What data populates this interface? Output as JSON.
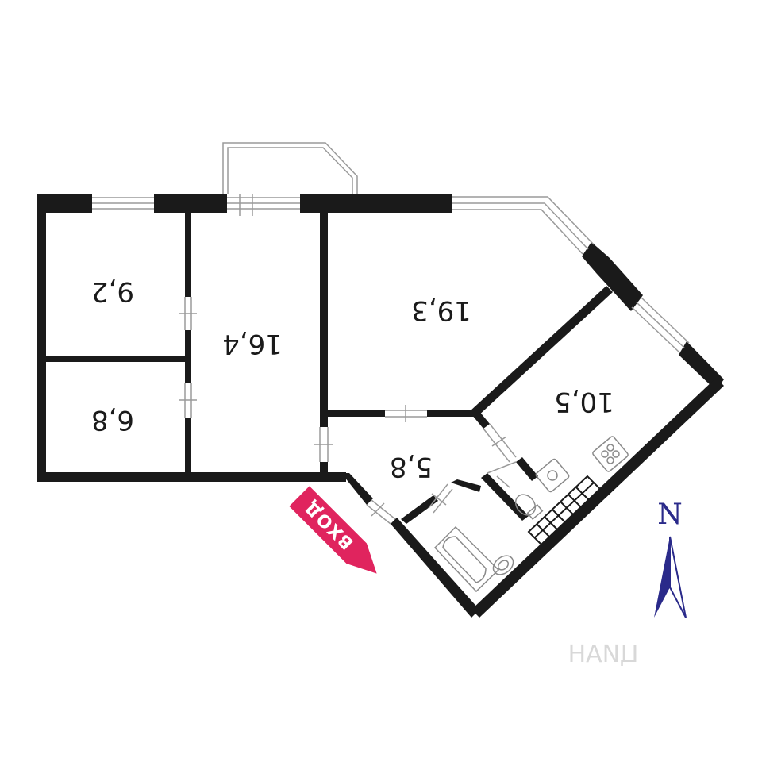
{
  "plan": {
    "rooms": [
      {
        "id": "room-a",
        "area": "9,2"
      },
      {
        "id": "room-b",
        "area": "6,8"
      },
      {
        "id": "room-c",
        "area": "16,4"
      },
      {
        "id": "room-d",
        "area": "19,3"
      },
      {
        "id": "room-e",
        "area": "10,5"
      },
      {
        "id": "room-f",
        "area": "5,8"
      }
    ],
    "entrance_label": "ВХОД",
    "north_label": "N",
    "watermark": "ЦИАН",
    "colors": {
      "wall": "#1a1a1a",
      "window": "#9a9a9a",
      "entrance": "#e0245e",
      "north": "#2a2a8a"
    }
  }
}
